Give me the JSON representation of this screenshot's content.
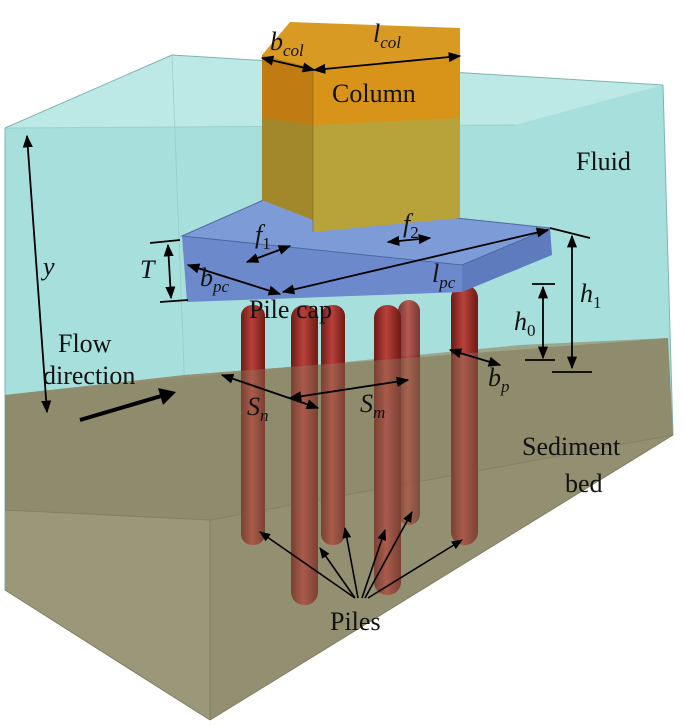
{
  "labels": {
    "column": "Column",
    "fluid": "Fluid",
    "pile_cap": "Pile cap",
    "flow_line1": "Flow",
    "flow_line2": "direction",
    "sediment_line1": "Sediment",
    "sediment_line2": "bed",
    "piles": "Piles"
  },
  "symbols": {
    "b_col": {
      "base": "b",
      "sub": "col"
    },
    "l_col": {
      "base": "l",
      "sub": "col"
    },
    "f1": {
      "base": "f",
      "sub": "1"
    },
    "f2": {
      "base": "f",
      "sub": "2"
    },
    "T": {
      "base": "T"
    },
    "b_pc": {
      "base": "b",
      "sub": "pc"
    },
    "l_pc": {
      "base": "l",
      "sub": "pc"
    },
    "h1": {
      "base": "h",
      "sub": "1"
    },
    "h0": {
      "base": "h",
      "sub": "0"
    },
    "b_p": {
      "base": "b",
      "sub": "p"
    },
    "S_n": {
      "base": "S",
      "sub": "n"
    },
    "S_m": {
      "base": "S",
      "sub": "m"
    },
    "y": {
      "base": "y"
    }
  },
  "colors": {
    "fluid": "#9fdcd8",
    "sediment": "#8d8a6c",
    "column": "#d89418",
    "pile_cap": "#6f8fcf",
    "piles": "#9c2a24"
  }
}
